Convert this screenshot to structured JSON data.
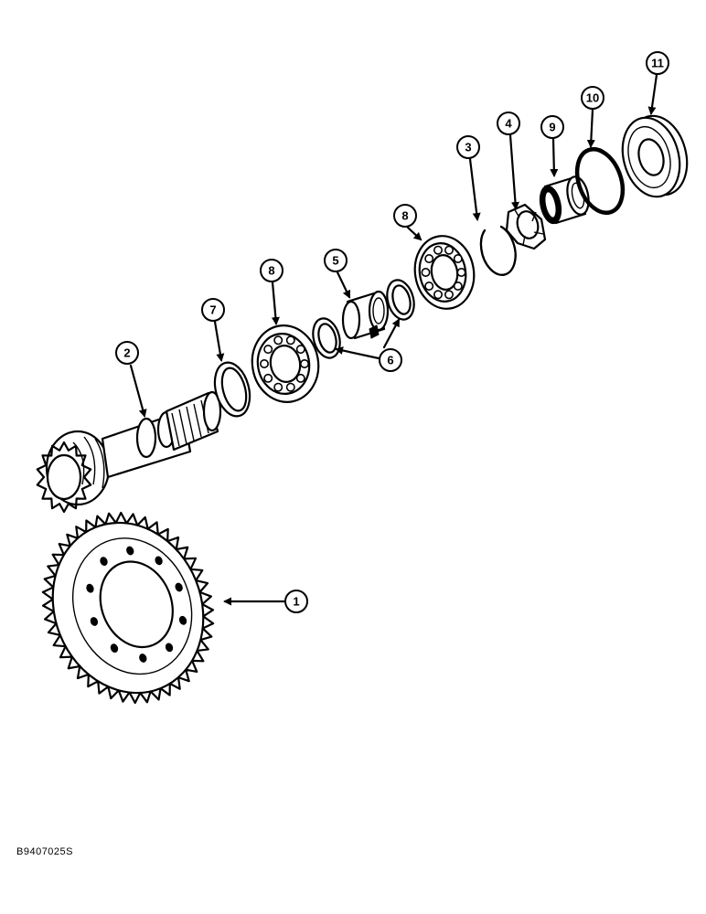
{
  "figure_code": "B9407025S",
  "callouts": {
    "c1": "1",
    "c2": "2",
    "c3": "3",
    "c4": "4",
    "c5": "5",
    "c6": "6",
    "c7": "7",
    "c8a": "8",
    "c8b": "8",
    "c9": "9",
    "c10": "10",
    "c11": "11"
  }
}
